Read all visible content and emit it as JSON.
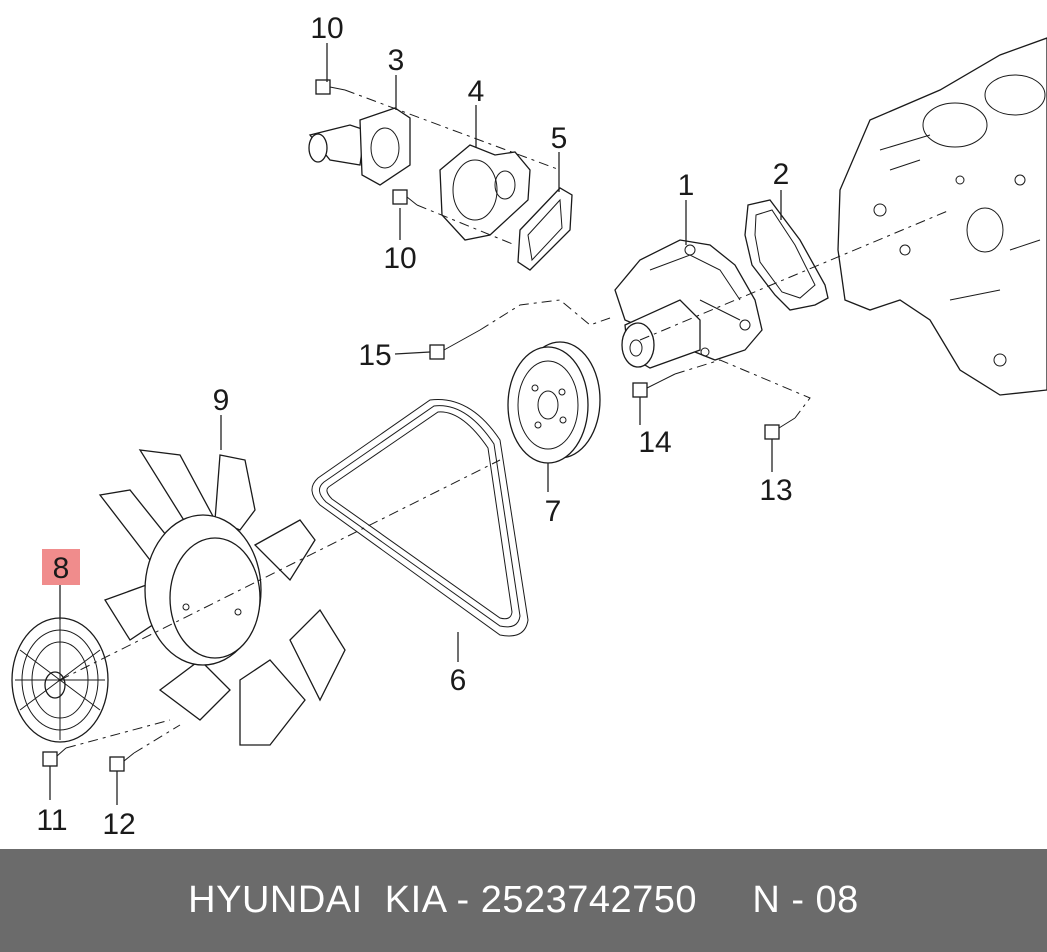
{
  "diagram": {
    "callouts": {
      "c1": "1",
      "c2": "2",
      "c3": "3",
      "c4": "4",
      "c5": "5",
      "c6": "6",
      "c7": "7",
      "c8": "8",
      "c9": "9",
      "c10a": "10",
      "c10b": "10",
      "c11": "11",
      "c12": "12",
      "c13": "13",
      "c14": "14",
      "c15": "15"
    },
    "highlighted_callout": "8",
    "highlight_color": "#f08c8c"
  },
  "footer": {
    "text": "HYUNDAI  KIA - 2523742750     N - 08",
    "background": "#6b6b6b"
  }
}
